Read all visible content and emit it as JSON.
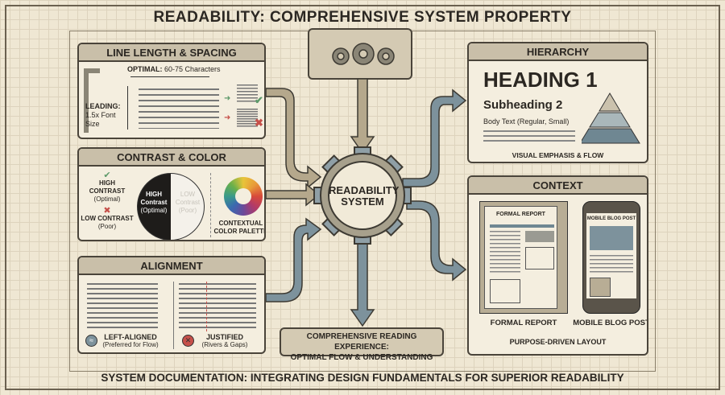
{
  "title": "READABILITY: COMPREHENSIVE SYSTEM PROPERTY",
  "footer": "SYSTEM DOCUMENTATION: INTEGRATING DESIGN FUNDAMENTALS FOR SUPERIOR READABILITY",
  "center": {
    "line1": "READABILITY",
    "line2": "SYSTEM"
  },
  "outcome": {
    "line1": "COMPREHENSIVE READING EXPERIENCE:",
    "line2": "OPTIMAL FLOW & UNDERSTANDING"
  },
  "line_length": {
    "header": "LINE LENGTH & SPACING",
    "optimal_label": "OPTIMAL:",
    "optimal_value": "60-75 Characters",
    "leading_label": "LEADING:",
    "leading_value": "1.5x Font Size"
  },
  "contrast": {
    "header": "CONTRAST & COLOR",
    "high_label": "HIGH CONTRAST",
    "high_sub": "(Optimal)",
    "low_label": "LOW CONTRAST",
    "low_sub": "(Poor)",
    "circle_high": "HIGH",
    "circle_high2": "Contrast",
    "circle_high3": "(Optimal)",
    "circle_low": "LOW",
    "circle_low2": "Contrast",
    "circle_low3": "(Poor)",
    "palette_label1": "CONTEXTUAL",
    "palette_label2": "COLOR PALETTE"
  },
  "alignment": {
    "header": "ALIGNMENT",
    "left_label": "LEFT-ALIGNED",
    "left_sub": "(Preferred for Flow)",
    "justified_label": "JUSTIFIED",
    "justified_sub": "(Rivers & Gaps)"
  },
  "hierarchy": {
    "header": "HIERARCHY",
    "h1": "HEADING 1",
    "h2": "Subheading 2",
    "body": "Body Text (Regular, Small)",
    "caption": "VISUAL EMPHASIS & FLOW"
  },
  "context": {
    "header": "CONTEXT",
    "report_title": "FORMAL REPORT",
    "blog_title": "MOBILE BLOG POST",
    "report_label": "FORMAL REPORT",
    "blog_label": "MOBILE BLOG POST",
    "caption": "PURPOSE-DRIVEN LAYOUT"
  },
  "colors": {
    "tan": "#b5a88c",
    "slate": "#7d929c",
    "good": "#5e9a6a",
    "bad": "#c6504a"
  }
}
